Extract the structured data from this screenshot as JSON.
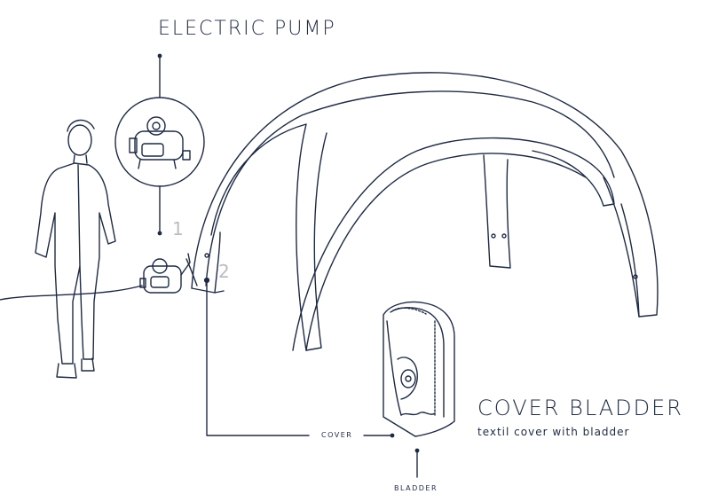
{
  "pump_section": {
    "title": "ELECTRIC PUMP",
    "step_number": "1"
  },
  "connector_section": {
    "step_number": "2"
  },
  "bladder_section": {
    "title": "COVER BLADDER",
    "subtitle": "textil cover with bladder",
    "cover_label": "COVER",
    "bladder_label": "BLADDER"
  },
  "colors": {
    "line": "#1e2a44",
    "number": "#b9bcc2",
    "background": "#ffffff"
  },
  "icons": [
    "person-figure-icon",
    "electric-pump-icon",
    "inflatable-tent-icon",
    "cover-bladder-cutaway-icon"
  ]
}
